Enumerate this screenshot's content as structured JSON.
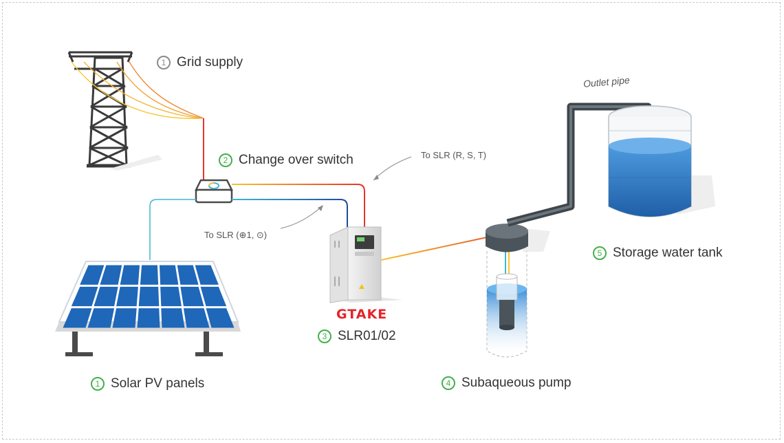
{
  "labels": {
    "grid": {
      "num": "1",
      "text": "Grid supply"
    },
    "switch": {
      "num": "2",
      "text": "Change over switch"
    },
    "solar": {
      "num": "1",
      "text": "Solar PV  panels"
    },
    "inverter": {
      "num": "3",
      "text": "SLR01/02"
    },
    "pump": {
      "num": "4",
      "text": "Subaqueous pump"
    },
    "tank": {
      "num": "5",
      "text": "Storage water tank"
    }
  },
  "notes": {
    "to_rst": "To SLR (R, S, T)",
    "to_dc": "To SLR (⊕1, ⊙)",
    "outlet": "Outlet pipe"
  },
  "brand": "GTAKE",
  "colors": {
    "green": "#43b047",
    "gray_badge": "#8a8a8a",
    "brand_red": "#e5242a",
    "wire_red": "#e5332a",
    "wire_yellow": "#f6c431",
    "wire_blue": "#1e4aa0",
    "wire_cyan": "#3fb6d8",
    "panel_blue": "#1f67b8",
    "water_blue": "#3a86cf",
    "pipe_gray": "#4f5960"
  }
}
